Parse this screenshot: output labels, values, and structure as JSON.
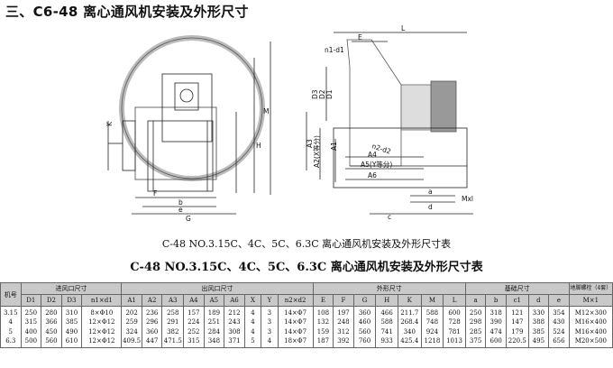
{
  "title": "三、C6-48 离心通风机安装及外形尺寸",
  "caption_small": "C-48 NO.3.15C、4C、5C、6.3C 离心通风机安装及外形尺寸表",
  "caption_large": "C-48 NO.3.15C、4C、5C、6.3C 离心通风机安装及外形尺寸表",
  "drawing_labels": {
    "n1d1": "n1-d1",
    "E": "E",
    "L": "L",
    "D3": "D3",
    "D2": "D2",
    "D1": "D1",
    "K": "K",
    "M": "M",
    "H": "H",
    "F": "F",
    "b": "b",
    "e": "e",
    "G": "G",
    "A3": "A3",
    "A2": "A2(X等分)",
    "A1": "A1",
    "n2d2": "n2-d2",
    "A4": "A4",
    "A5": "A5(Y等分)",
    "A6": "A6",
    "a": "a",
    "d": "d",
    "c": "c",
    "Mxl": "Mxl"
  },
  "table": {
    "groups": {
      "model": "机号",
      "inlet": "进风口尺寸",
      "outlet": "出风口尺寸",
      "outline": "外形尺寸",
      "base": "基础尺寸",
      "bolt": "地脚螺栓（4套）"
    },
    "subheaders": {
      "inlet": [
        "D1",
        "D2",
        "D3",
        "n1×d1"
      ],
      "outlet": [
        "A1",
        "A2",
        "A3",
        "A4",
        "A5",
        "A6",
        "X",
        "Y",
        "n2×d2"
      ],
      "outline": [
        "E",
        "F",
        "G",
        "H",
        "K",
        "M",
        "L"
      ],
      "base": [
        "a",
        "b",
        "c1",
        "d",
        "e"
      ],
      "bolt": [
        "M×1"
      ]
    },
    "columns": [
      [
        "3.15\n4\n5\n6.3"
      ],
      [
        "250\n315\n400\n500"
      ],
      [
        "280\n366\n450\n560"
      ],
      [
        "310\n385\n490\n610"
      ],
      [
        "8×Φ10\n12×Φ12\n12×Φ12\n12×Φ12"
      ],
      [
        "202\n259\n324\n409.5"
      ],
      [
        "236\n296\n360\n447"
      ],
      [
        "258\n291\n382\n471.5"
      ],
      [
        "157\n224\n252\n315"
      ],
      [
        "189\n251\n284\n348"
      ],
      [
        "212\n243\n308\n371"
      ],
      [
        "4\n4\n4\n5"
      ],
      [
        "3\n3\n3\n4"
      ],
      [
        "14×Φ7\n14×Φ7\n14×Φ7\n18×Φ7"
      ],
      [
        "108\n132\n159\n187"
      ],
      [
        "197\n248\n312\n392"
      ],
      [
        "360\n460\n560\n760"
      ],
      [
        "466\n588\n741\n933"
      ],
      [
        "211.7\n268.4\n340\n425.4"
      ],
      [
        "588\n748\n924\n1218"
      ],
      [
        "600\n728\n781\n1013"
      ],
      [
        "250\n298\n285\n375"
      ],
      [
        "318\n390\n474\n600"
      ],
      [
        "121\n147\n179\n220.5"
      ],
      [
        "330\n388\n385\n495"
      ],
      [
        "354\n430\n524\n656"
      ],
      [
        "M12×300\nM16×400\nM16×400\nM20×500"
      ]
    ]
  }
}
